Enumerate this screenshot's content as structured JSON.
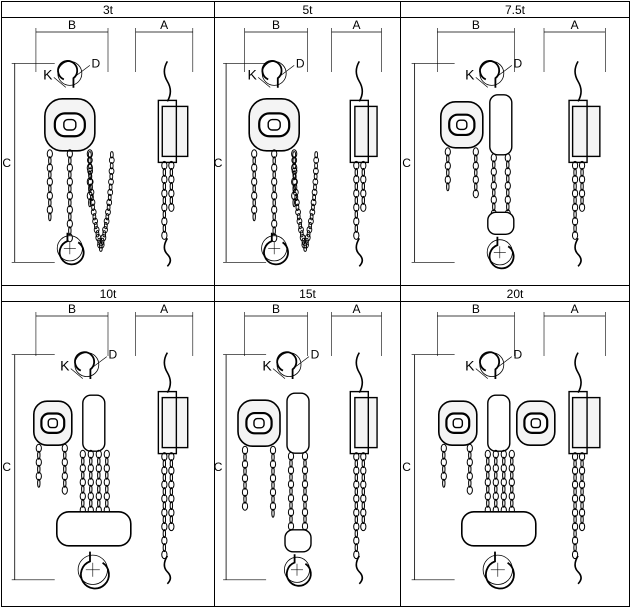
{
  "panels": [
    {
      "title": "3t",
      "dims": {
        "A": "A",
        "B": "B",
        "C": "C",
        "D": "D",
        "K": "K"
      }
    },
    {
      "title": "5t",
      "dims": {
        "A": "A",
        "B": "B",
        "C": "C",
        "D": "D",
        "K": "K"
      }
    },
    {
      "title": "7.5t",
      "dims": {
        "A": "A",
        "B": "B",
        "C": "C",
        "D": "D",
        "K": "K"
      }
    },
    {
      "title": "10t",
      "dims": {
        "A": "A",
        "B": "B",
        "C": "C",
        "D": "D",
        "K": "K"
      }
    },
    {
      "title": "15t",
      "dims": {
        "A": "A",
        "B": "B",
        "C": "C",
        "D": "D",
        "K": "K"
      }
    },
    {
      "title": "20t",
      "dims": {
        "A": "A",
        "B": "B",
        "C": "C",
        "D": "D",
        "K": "K"
      }
    }
  ]
}
